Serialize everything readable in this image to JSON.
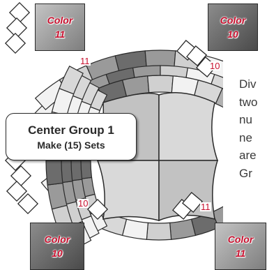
{
  "swatches": {
    "top_left": {
      "label": "Color",
      "number": "11",
      "tone": "#a6a6a6"
    },
    "top_right": {
      "label": "Color",
      "number": "10",
      "tone": "#6e6e6e"
    },
    "bottom_left": {
      "label": "Color",
      "number": "10",
      "tone": "#6e6e6e"
    },
    "bottom_right": {
      "label": "Color",
      "number": "11",
      "tone": "#a6a6a6"
    }
  },
  "piece_labels": {
    "top_left_11": "11",
    "top_right_10": "10",
    "bottom_left_10": "10",
    "bottom_right_11": "11"
  },
  "callout": {
    "title": "Center Group 1",
    "subtitle": "Make (15) Sets"
  },
  "side_text": [
    "Div",
    "two",
    "nu",
    "ne",
    "are",
    "Gr"
  ],
  "colors": {
    "outline": "#2a2a2a",
    "center_light": "#d9d9d9",
    "center_mid": "#c2c2c2",
    "arc_light": "#eeeeee",
    "accent_red": "#c8102e"
  }
}
